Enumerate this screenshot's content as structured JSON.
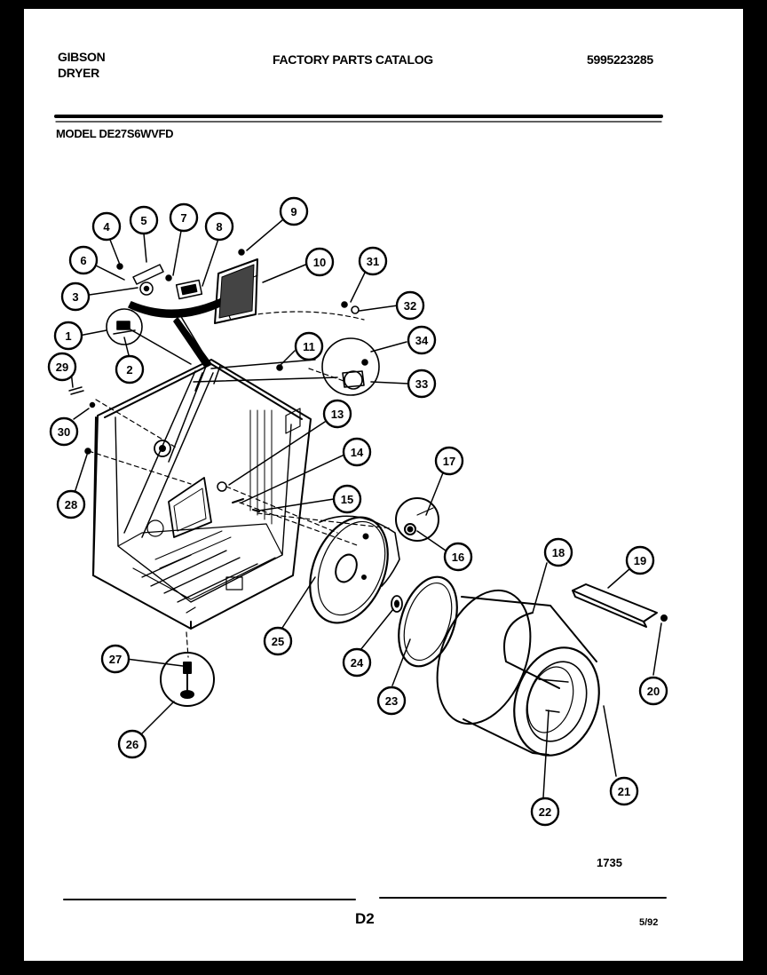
{
  "header": {
    "brand_line1": "GIBSON",
    "brand_line2": "DRYER",
    "title": "FACTORY PARTS CATALOG",
    "catalog_number": "5995223285",
    "model": "MODEL DE27S6WVFD"
  },
  "diagram": {
    "ref_number": "1735",
    "callouts": [
      "1",
      "2",
      "3",
      "4",
      "5",
      "6",
      "7",
      "8",
      "9",
      "10",
      "11",
      "13",
      "14",
      "15",
      "16",
      "17",
      "18",
      "19",
      "20",
      "21",
      "22",
      "23",
      "24",
      "25",
      "26",
      "27",
      "28",
      "29",
      "30",
      "31",
      "32",
      "33",
      "34"
    ]
  },
  "footer": {
    "page": "D2",
    "date": "5/92"
  }
}
